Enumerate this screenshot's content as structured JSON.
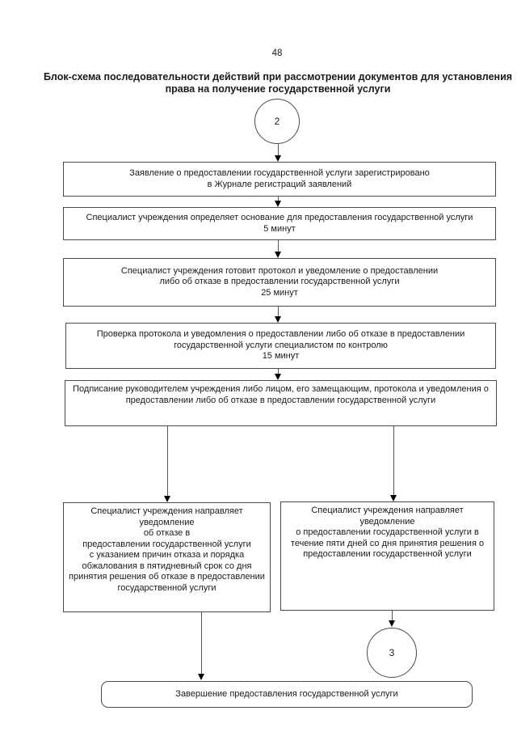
{
  "page": {
    "number": "48",
    "title": "Блок-схема последовательности действий при рассмотрении документов для установления права на получение государственной услуги"
  },
  "colors": {
    "background": "#ffffff",
    "box_border": "#4a4a4a",
    "text": "#1a1a1a",
    "arrow": "#000000"
  },
  "nodes": {
    "start_circle": {
      "label": "2"
    },
    "registration": {
      "text": "Заявление о предоставлении государственной услуги зарегистрировано\nв Журнале регистраций заявлений"
    },
    "determine_basis": {
      "text": "Специалист учреждения определяет основание для предоставления государственной услуги\n5 минут"
    },
    "prepare_protocol": {
      "text": "Специалист учреждения готовит протокол и уведомление о предоставлении\nлибо об отказе в предоставлении государственной услуги\n25 минут"
    },
    "control_check": {
      "text": "Проверка протокола и уведомления о предоставлении либо об отказе в предоставлении\nгосударственной услуги специалистом по контролю\n15 минут"
    },
    "signing": {
      "text": "Подписание руководителем учреждения либо лицом, его замещающим, протокола и уведомления о\nпредоставлении либо об отказе в предоставлении государственной услуги"
    },
    "refusal_notice": {
      "text": "Специалист учреждения направляет уведомление\nоб отказе в\nпредоставлении государственной услуги\nс указанием причин отказа и порядка\nобжалования в пятидневный срок со дня\nпринятия решения об отказе в предоставлении\nгосударственной услуги"
    },
    "grant_notice": {
      "text": "Специалист учреждения направляет уведомление\nо предоставлении государственной услуги в\nтечение пяти дней со дня принятия решения о\nпредоставлении государственной услуги"
    },
    "end_circle": {
      "label": "3"
    },
    "completion": {
      "text": "Завершение предоставления государственной услуги"
    }
  }
}
